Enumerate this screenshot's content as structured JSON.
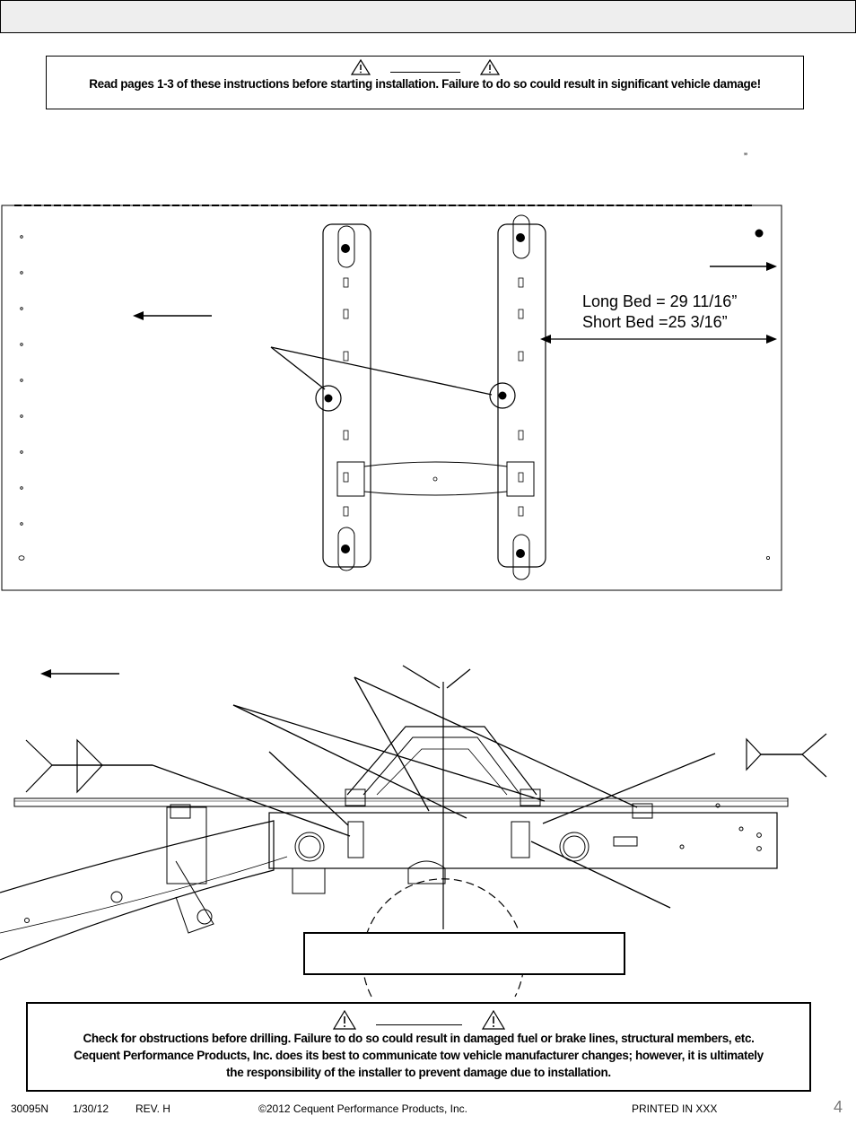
{
  "warnings": {
    "top": "Read pages 1-3 of these instructions before starting installation. Failure to do so could result in significant vehicle damage!",
    "bottom_line1": "Check for obstructions before drilling. Failure to do so could result in damaged fuel or brake lines, structural members, etc.",
    "bottom_line2": "Cequent Performance Products, Inc. does its best to communicate tow vehicle manufacturer changes; however, it is ultimately",
    "bottom_line3": "the responsibility of the installer to prevent damage due to installation."
  },
  "stray_mark": "”",
  "dimension": {
    "long_bed": "Long Bed = 29 11/16”",
    "short_bed": "Short Bed =25 3/16”"
  },
  "footer": {
    "part_number": "30095N",
    "date": "1/30/12",
    "revision": "REV. H",
    "copyright": "©2012 Cequent Performance Products, Inc.",
    "printed": "PRINTED IN XXX",
    "page_number": "4"
  },
  "icons": [
    "warning-triangle-icon"
  ]
}
